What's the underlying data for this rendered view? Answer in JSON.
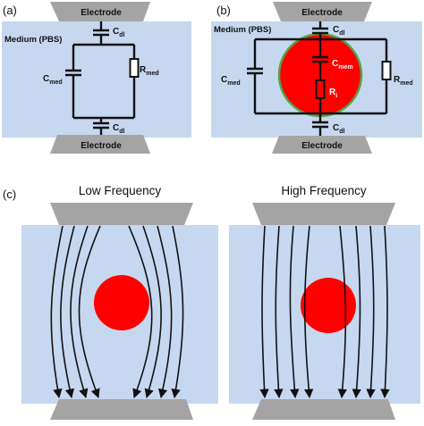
{
  "colors": {
    "medium": "#c6d8ef",
    "electrode": "#a4a4a4",
    "cell": "#ff0000",
    "cell_border": "#5aa04a",
    "wire": "#111111"
  },
  "panel_a": {
    "label": "(a)",
    "electrode_top": "Electrode",
    "electrode_bottom": "Electrode",
    "medium": "Medium (PBS)",
    "cdl_top": {
      "main": "C",
      "sub": "dl"
    },
    "cdl_bottom": {
      "main": "C",
      "sub": "dl"
    },
    "cmed": {
      "main": "C",
      "sub": "med"
    },
    "rmed": {
      "main": "R",
      "sub": "med"
    }
  },
  "panel_b": {
    "label": "(b)",
    "electrode_top": "Electrode",
    "electrode_bottom": "Electrode",
    "medium": "Medium (PBS)",
    "cdl_top": {
      "main": "C",
      "sub": "dl"
    },
    "cdl_bottom": {
      "main": "C",
      "sub": "dl"
    },
    "cmed": {
      "main": "C",
      "sub": "med"
    },
    "rmed": {
      "main": "R",
      "sub": "med"
    },
    "cmem": {
      "main": "C",
      "sub": "mem"
    },
    "ri": {
      "main": "R",
      "sub": "i"
    }
  },
  "panel_c": {
    "label": "(c)",
    "left_title": "Low Frequency",
    "right_title": "High Frequency",
    "field_line_count": 8,
    "field_icon": "arrow-down-icon"
  }
}
